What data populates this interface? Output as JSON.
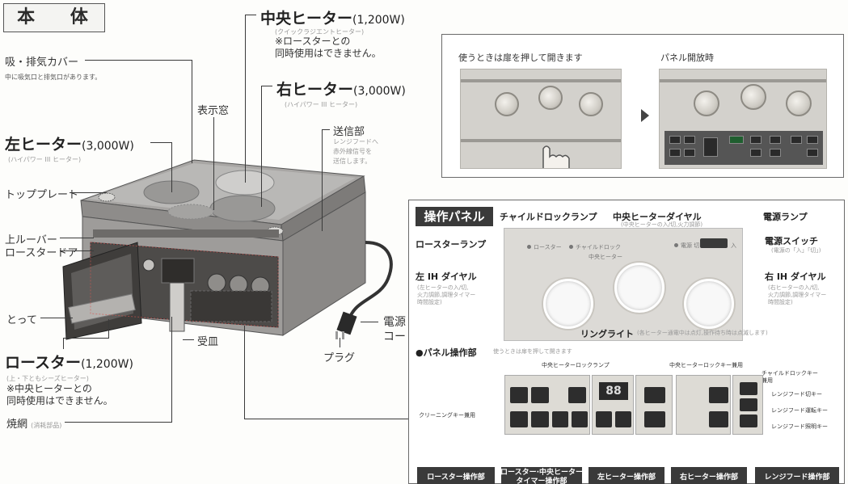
{
  "title": "本 体",
  "labels": {
    "center_heater": "中央ヒーター",
    "center_heater_w": "(1,200W)",
    "center_heater_sub": "(クイックラジエントヒーター)",
    "center_heater_note": "※ロースターとの\n同時使用はできません。",
    "right_heater": "右ヒーター",
    "right_heater_w": "(3,000W)",
    "right_heater_sub": "(ハイパワー III ヒーター)",
    "left_heater": "左ヒーター",
    "left_heater_w": "(3,000W)",
    "left_heater_sub": "(ハイパワー III ヒーター)",
    "intake_cover": "吸・排気カバー",
    "intake_cover_sub": "中に吸気口と排気口があります。",
    "display_window": "表示窓",
    "transmitter": "送信部",
    "transmitter_sub": "レンジフードへ\n赤外線信号を\n送信します。",
    "top_plate": "トッププレート",
    "upper_louver": "上ルーバー",
    "roaster_door": "ロースタードア",
    "handle": "とって",
    "power_cord": "電源\nコード",
    "drip_tray": "受皿",
    "plug": "プラグ",
    "roaster": "ロースター",
    "roaster_w": "(1,200W)",
    "roaster_sub": "(上・下ともシーズヒーター)",
    "roaster_note": "※中央ヒーターとの\n同時使用はできません。",
    "grill_net": "焼網",
    "grill_net_sub": "(消耗部品)"
  },
  "panel_box": {
    "left_caption": "使うときは扉を押して開きます",
    "right_caption": "パネル開放時"
  },
  "op_panel": {
    "title": "操作パネル",
    "child_lock_lamp": "チャイルドロックランプ",
    "center_dial": "中央ヒーターダイヤル",
    "center_dial_sub": "(中央ヒーターの入/切,火力調節)",
    "power_lamp": "電源ランプ",
    "roaster_lamp": "ロースターランプ",
    "power_switch": "電源スイッチ",
    "power_switch_sub": "(電源の「入」「切」)",
    "left_dial": "左 IH ダイヤル",
    "left_dial_sub": "(左ヒーターの入/切,\n火力調節,調理タイマー\n時間設定)",
    "right_dial": "右 IH ダイヤル",
    "right_dial_sub": "(右ヒーターの入/切,\n火力調節,調理タイマー\n時間設定)",
    "ring_light": "リングライト",
    "ring_light_sub": "(各ヒーター通電中は点灯,操作待ち時は点滅します)",
    "panel_ops": "●パネル操作部",
    "panel_ops_sub": "使うときは扉を押して開きます",
    "center_lock_lamp": "中央ヒーターロックランプ",
    "center_lock_key": "中央ヒーターロックキー兼用",
    "child_lock_key": "チャイルドロックキー\n兼用",
    "cleaning_key": "クリーニングキー兼用",
    "hood_off": "レンジフード切キー",
    "hood_run": "レンジフード運転キー",
    "hood_light": "レンジフード照明キー",
    "timer_display": "88",
    "face_roaster": "ロースター",
    "face_child": "チャイルドロック",
    "face_center": "中央ヒーター",
    "face_power": "電源 切",
    "face_on": "入"
  },
  "footer_buttons": [
    "ロースター操作部",
    "ロースター·中央ヒーター\nタイマー操作部",
    "左ヒーター操作部",
    "右ヒーター操作部",
    "レンジフード操作部"
  ]
}
